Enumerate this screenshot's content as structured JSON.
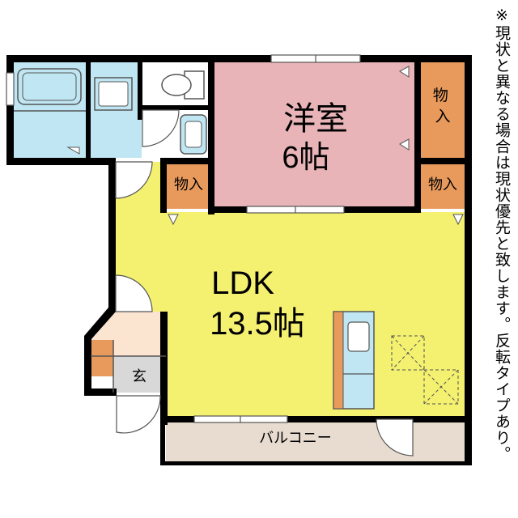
{
  "floorplan": {
    "rooms": {
      "western_room": {
        "name": "洋室",
        "size": "6帖"
      },
      "ldk": {
        "name": "LDK",
        "size": "13.5帖"
      },
      "closet": "物入",
      "entrance": "玄",
      "balcony": "バルコニー"
    },
    "colors": {
      "ldk": "#f4f070",
      "western_room": "#e8b4b8",
      "closet": "#e89a5c",
      "wet_area": "#bfe6f2",
      "entrance": "#d8d8d8",
      "genkan_hall": "#fbe4d0",
      "balcony": "#e8dcd0",
      "wall": "#000000"
    }
  },
  "note": "※現状と異なる場合は現状優先と致します。反転タイプあり。"
}
